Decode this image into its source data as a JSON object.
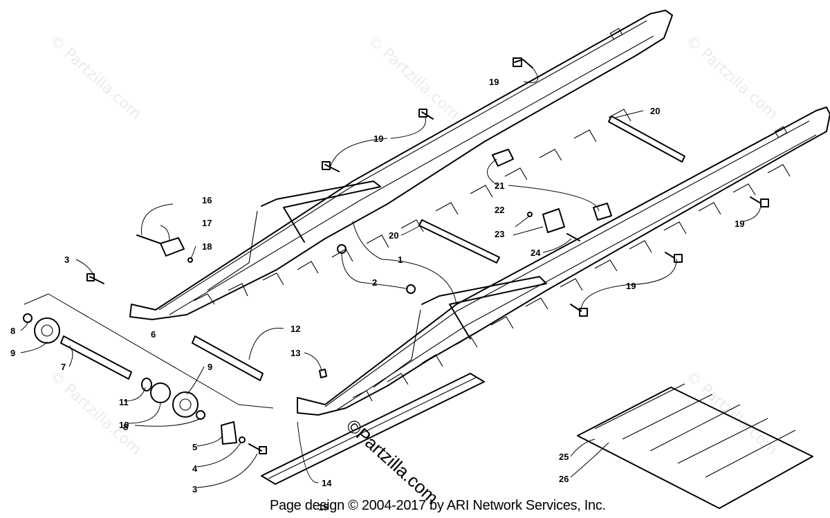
{
  "watermark": {
    "text": "© Partzilla.com",
    "center_text": "©Partzilla.com"
  },
  "footer": {
    "text": "Page design © 2004-2017 by ARI Network Services, Inc."
  },
  "callouts": {
    "c1": "1",
    "c2": "2",
    "c3a": "3",
    "c3b": "3",
    "c4": "4",
    "c5": "5",
    "c6": "6",
    "c7": "7",
    "c8a": "8",
    "c8b": "8",
    "c9a": "9",
    "c9b": "9",
    "c10": "10",
    "c11": "11",
    "c12": "12",
    "c13": "13",
    "c14": "14",
    "c15": "15",
    "c16": "16",
    "c17": "17",
    "c18": "18",
    "c19a": "19",
    "c19b": "19",
    "c19c": "19",
    "c19d": "19",
    "c20a": "20",
    "c20b": "20",
    "c21": "21",
    "c22": "22",
    "c23": "23",
    "c24": "24",
    "c25": "25",
    "c26": "26"
  }
}
